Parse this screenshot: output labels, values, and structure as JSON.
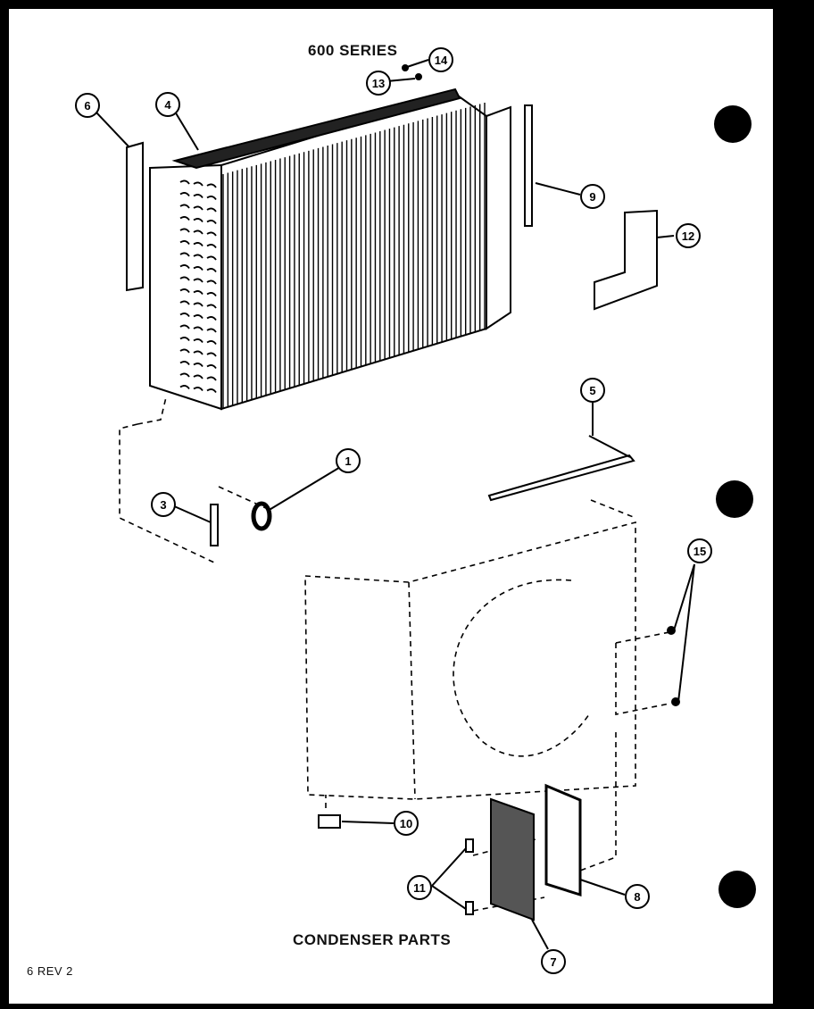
{
  "diagram": {
    "series_label": "600 SERIES",
    "caption": "CONDENSER PARTS",
    "revision": "6 REV 2",
    "callouts": [
      "1",
      "3",
      "4",
      "5",
      "6",
      "7",
      "8",
      "9",
      "10",
      "11",
      "12",
      "13",
      "14",
      "15"
    ]
  },
  "colors": {
    "ink": "#000000",
    "paper": "#ffffff",
    "border": "#000000"
  }
}
